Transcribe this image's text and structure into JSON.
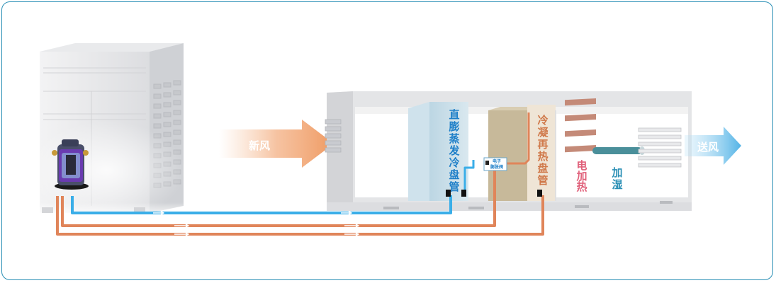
{
  "labels": {
    "fresh_air": "新风",
    "supply_air": "送风",
    "dx_coil": "直膨蒸发冷盘管",
    "eev": "电子膨胀阀",
    "reheat_coil": "冷凝再热盘管",
    "electric_heat": "电加热",
    "humidify": "加湿"
  },
  "colors": {
    "frame": "#2a8fb5",
    "cold_pipe": "#3aaee8",
    "hot_pipe": "#e0855a",
    "fresh_air_arrow": "#f2a06a",
    "supply_air_arrow": "#5ab8e8",
    "dx_text": "#1e7fc8",
    "reheat_text": "#d0794a",
    "heat_text": "#e0607a",
    "humid_text": "#2a8fb5"
  },
  "icons": {
    "compressor": "compressor-icon",
    "outdoor_unit": "outdoor-unit-icon"
  }
}
